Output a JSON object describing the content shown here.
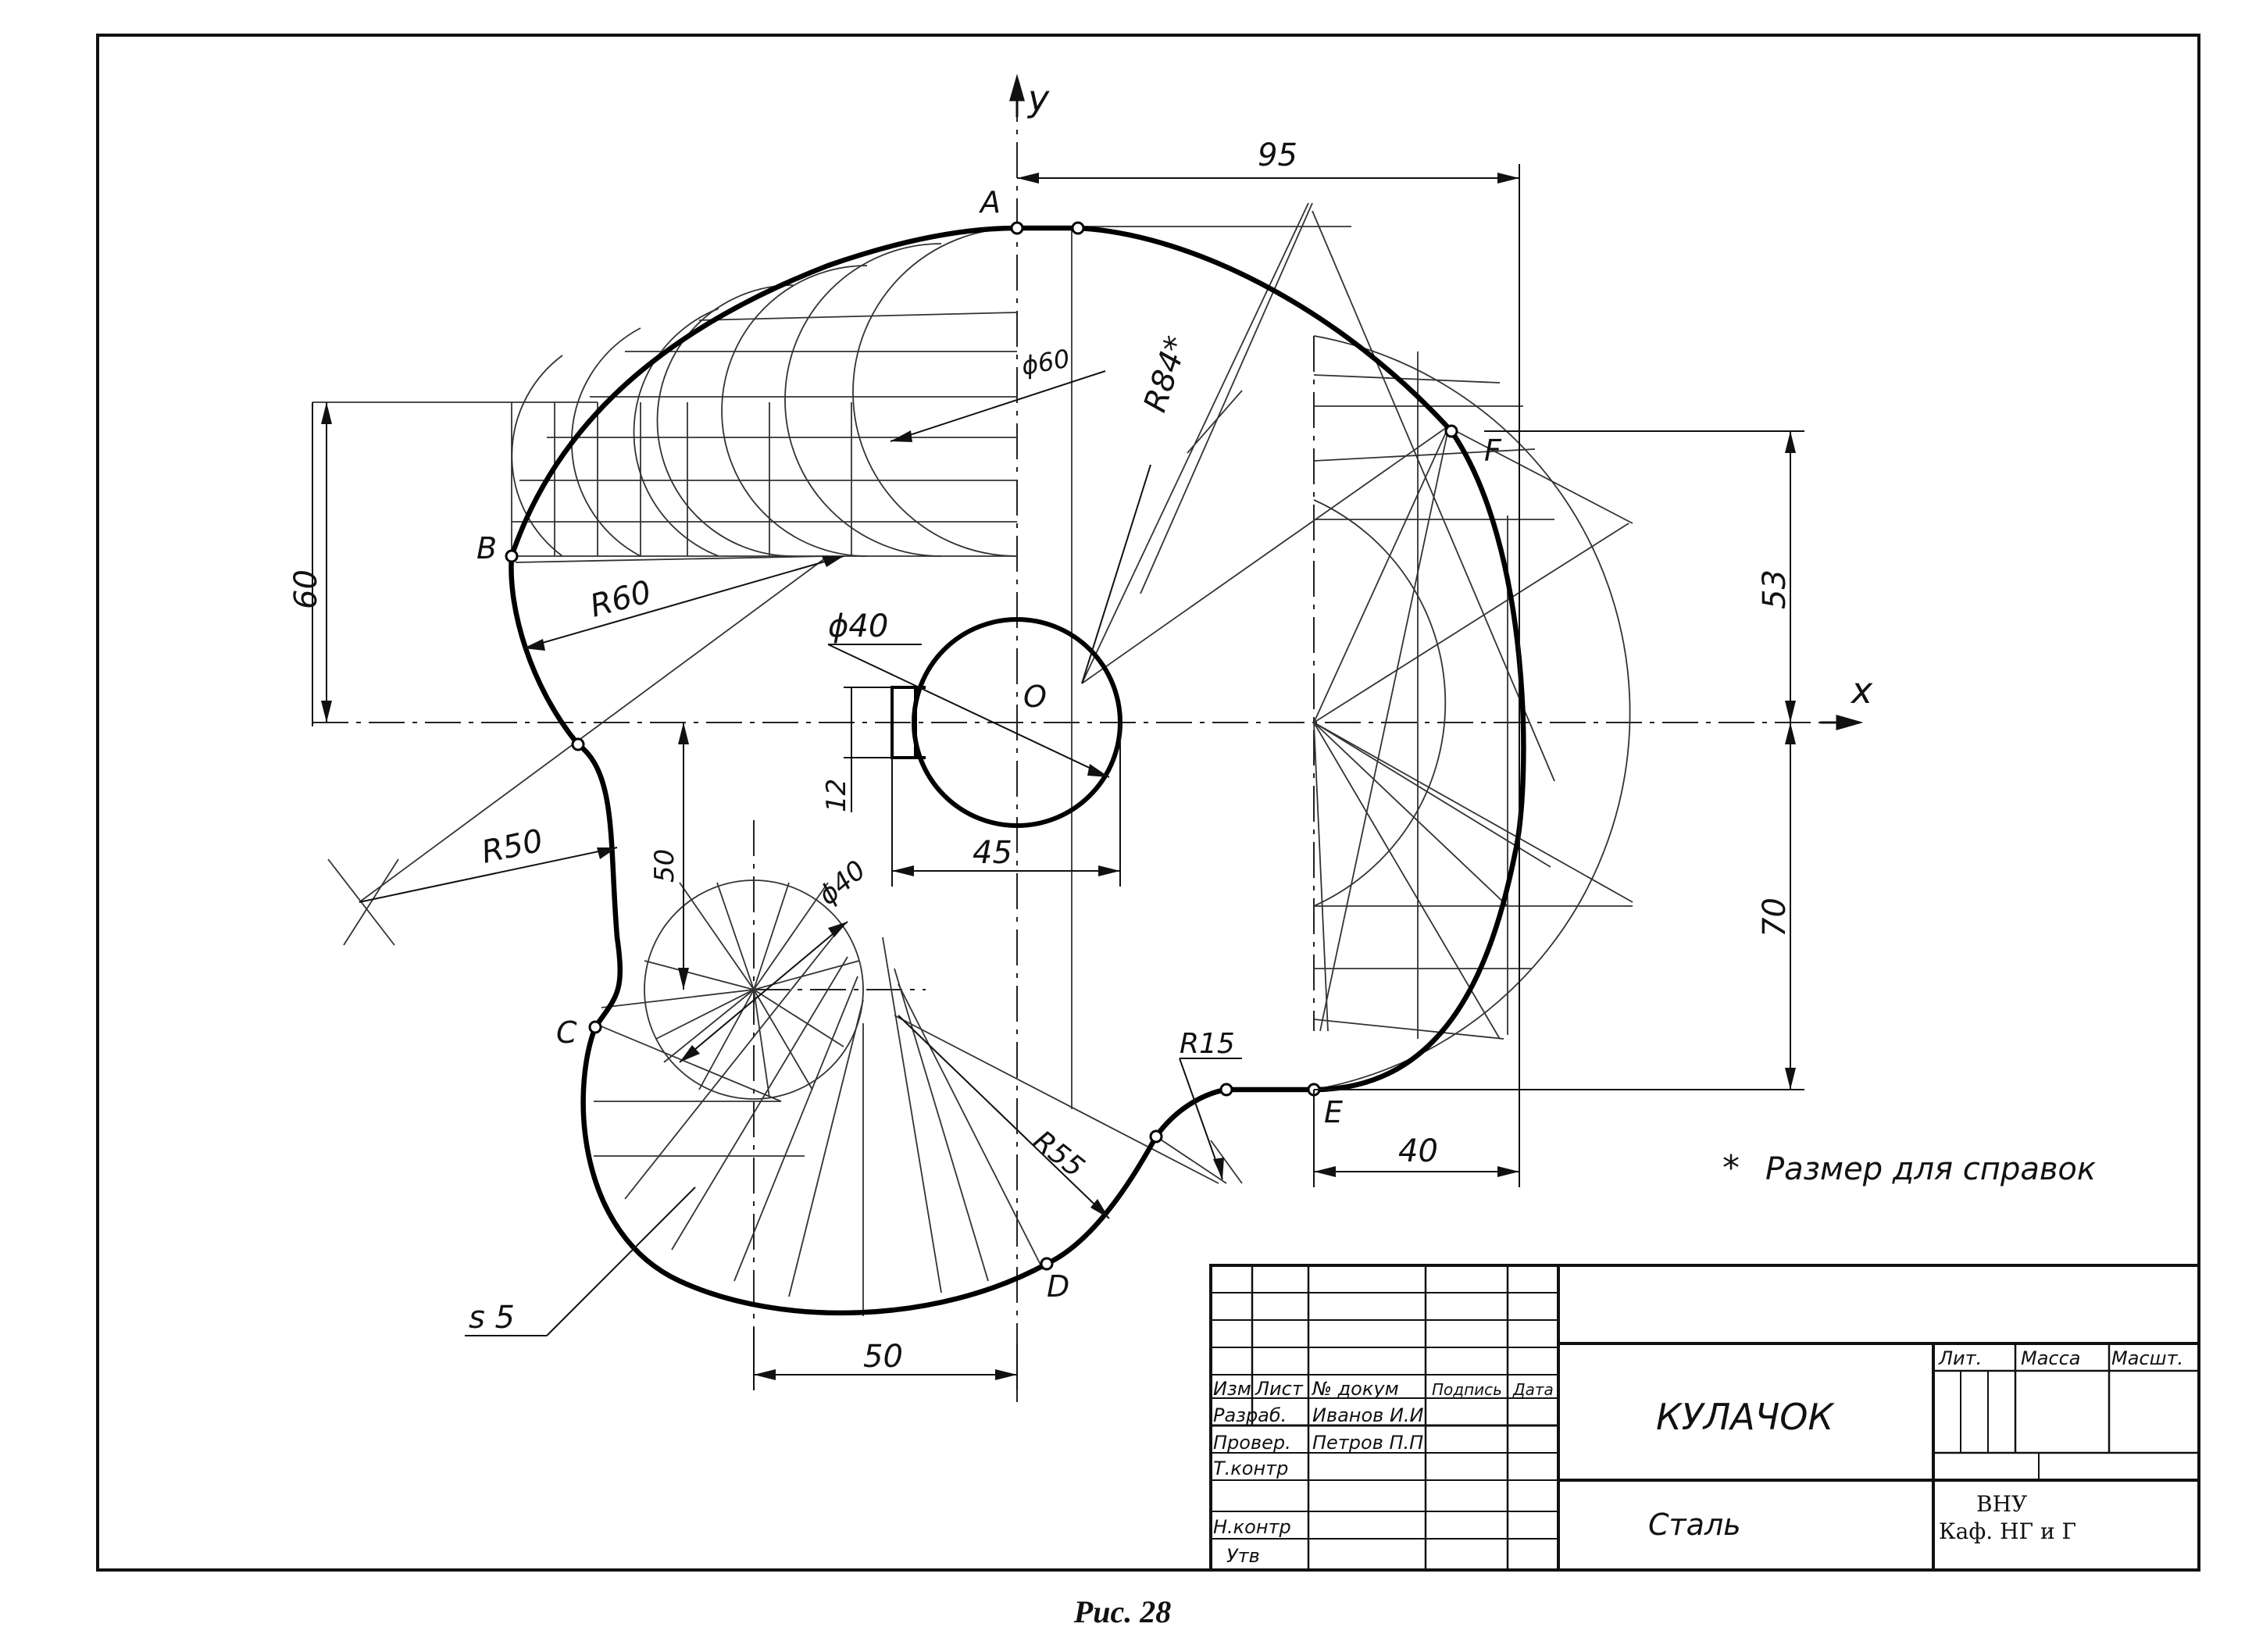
{
  "drawing": {
    "points": {
      "A": "A",
      "B": "B",
      "C": "C",
      "D": "D",
      "E": "E",
      "F": "F",
      "O": "O"
    },
    "axes": {
      "x": "x",
      "y": "y"
    },
    "dimensions": {
      "d95": "95",
      "r84": "R84*",
      "phi60": "ϕ60",
      "d60": "60",
      "r60": "R60",
      "phi40_top": "ϕ40",
      "d12": "12",
      "d45": "45",
      "r50": "R50",
      "d50_vertical": "50",
      "phi40_bottom": "ϕ40",
      "r15": "R15",
      "r55": "R55",
      "d50_horizontal": "50",
      "d53": "53",
      "d70": "70",
      "d40": "40",
      "s5": "s 5"
    },
    "note": "Размер для справок",
    "note_mark": "*"
  },
  "title_block": {
    "name": "КУЛАЧОК",
    "material": "Сталь",
    "col_izm": "Изм",
    "col_list": "Лист",
    "col_doc": "№ докум",
    "col_sign": "Подпись",
    "col_date": "Дата",
    "row_razrab": "Разраб.",
    "row_prover": "Провер.",
    "row_tkontr": "Т.контр",
    "row_nkontr": "Н.контр",
    "row_utv": "Утв",
    "razrab_name": "Иванов И.И",
    "prover_name": "Петров П.П",
    "lit": "Лит.",
    "massa": "Масса",
    "masshtab": "Масшт.",
    "org_line1": "ВНУ",
    "org_line2": "Каф. НГ и Г"
  },
  "caption": "Рис. 28"
}
